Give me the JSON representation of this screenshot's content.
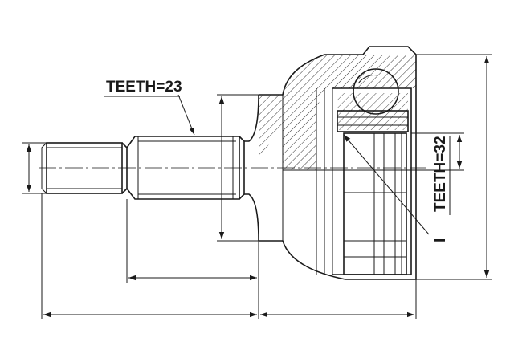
{
  "labels": {
    "teeth_shaft": "TEETH=23",
    "teeth_bore": "TEETH=32",
    "ring_mark": "I"
  }
}
